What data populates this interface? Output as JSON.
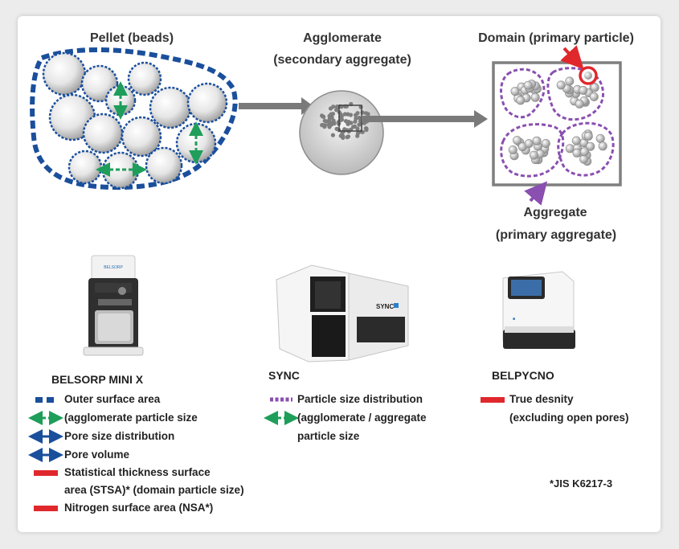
{
  "diagram": {
    "labels": {
      "pellet": "Pellet (beads)",
      "agglomerate_1": "Agglomerate",
      "agglomerate_2": "(secondary aggregate)",
      "domain": "Domain (primary particle)",
      "aggregate_1": "Aggregate",
      "aggregate_2": "(primary aggregate)"
    }
  },
  "instruments": [
    {
      "name": "BELSORP MINI X",
      "screen_text": "BELSORP"
    },
    {
      "name": "SYNC",
      "screen_text": "SYNC"
    },
    {
      "name": "BELPYCNO"
    }
  ],
  "legend": {
    "belsorp": [
      {
        "text": "Outer surface area",
        "style": "blue-dashed"
      },
      {
        "text": "(agglomerate particle size",
        "style": "green-arrow"
      },
      {
        "text": "Pore size distribution",
        "style": "blue-arrow"
      },
      {
        "text": "Pore volume",
        "style": "blue-arrow"
      },
      {
        "text": "Statistical thickness surface",
        "style": "red-bar"
      },
      {
        "text": "area (STSA)* (domain particle size)",
        "style": "none"
      },
      {
        "text": "Nitrogen surface area (NSA*)",
        "style": "red-bar"
      }
    ],
    "sync": [
      {
        "text": "Particle size distribution",
        "style": "purple-dashed"
      },
      {
        "text": "(agglomerate / aggregate",
        "style": "green-arrow"
      },
      {
        "text": "particle size",
        "style": "none"
      }
    ],
    "belpycno": [
      {
        "text": "True desnity",
        "style": "red-bar"
      },
      {
        "text": "(excluding open pores)",
        "style": "none"
      }
    ]
  },
  "footnote": "*JIS K6217-3",
  "colors": {
    "blue": "#1a4f9c",
    "green": "#1e9e5a",
    "purple": "#8a4fb0",
    "red": "#e0282c",
    "arrow_gray": "#7a7a7a",
    "text": "#333333"
  }
}
